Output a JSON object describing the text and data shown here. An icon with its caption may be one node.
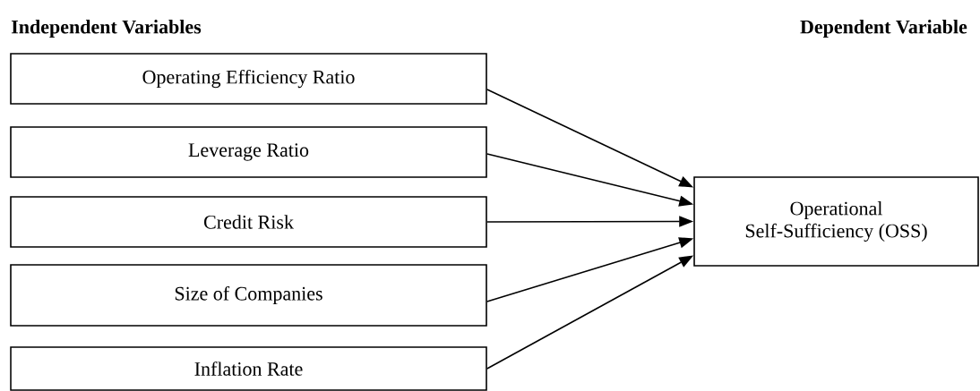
{
  "diagram": {
    "nodes": [
      {
        "text": [
          "Operating Efficiency Ratio"
        ]
      },
      {
        "text": [
          "Leverage Ratio"
        ]
      },
      {
        "text": [
          "Credit Risk"
        ]
      },
      {
        "text": [
          "Size of Companies"
        ]
      },
      {
        "text": [
          "Inflation Rate"
        ]
      },
      {
        "text": [
          "Operational Self-Sufficiency (OSS)"
        ]
      }
    ],
    "edges": [
      {
        "from": 0,
        "to": 5,
        "arrow": "to"
      },
      {
        "from": 1,
        "to": 5,
        "arrow": "to"
      },
      {
        "from": 2,
        "to": 5,
        "arrow": "to"
      },
      {
        "from": 3,
        "to": 5,
        "arrow": "to"
      },
      {
        "from": 4,
        "to": 5,
        "arrow": "to"
      }
    ],
    "labels": [
      "Independent Variables",
      "Dependent Variable"
    ]
  }
}
